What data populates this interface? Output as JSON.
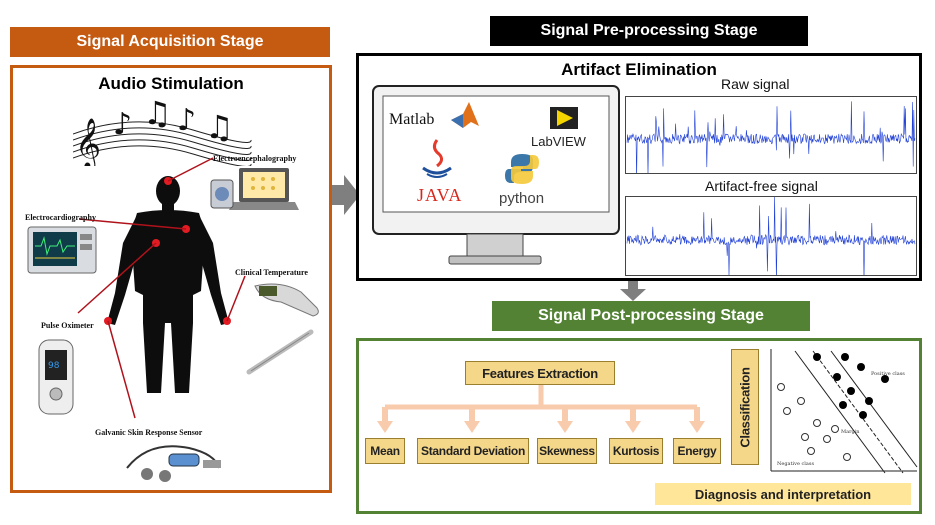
{
  "acquisition": {
    "title": "Signal Acquisition Stage",
    "audio_label": "Audio Stimulation",
    "sensors": {
      "eeg": "Electroencephalography",
      "ecg": "Electrocardiography",
      "temp": "Clinical Temperature",
      "pulse": "Pulse Oximeter",
      "gsr": "Galvanic Skin Response Sensor"
    }
  },
  "preprocessing": {
    "title": "Signal Pre-processing Stage",
    "artifact_title": "Artifact Elimination",
    "tools": {
      "matlab": "Matlab",
      "labview": "LabVIEW",
      "java": "JAVA",
      "python": "python"
    },
    "raw_label": "Raw signal",
    "clean_label": "Artifact-free signal"
  },
  "postprocessing": {
    "title": "Signal Post-processing Stage",
    "features_title": "Features Extraction",
    "features": [
      "Mean",
      "Standard Deviation",
      "Skewness",
      "Kurtosis",
      "Energy"
    ],
    "classification_label": "Classification",
    "positive_class": "Positive class",
    "negative_class": "Negative class",
    "margin_label": "Margin",
    "diagnosis_label": "Diagnosis and interpretation"
  },
  "colors": {
    "acq_orange": "#c55a11",
    "pre_black": "#000000",
    "post_green": "#548235",
    "signal_blue": "#1f3fd6",
    "feature_fill": "#f5d78a",
    "diagnosis_fill": "#ffe699",
    "tree_peach": "#f8cbad"
  }
}
